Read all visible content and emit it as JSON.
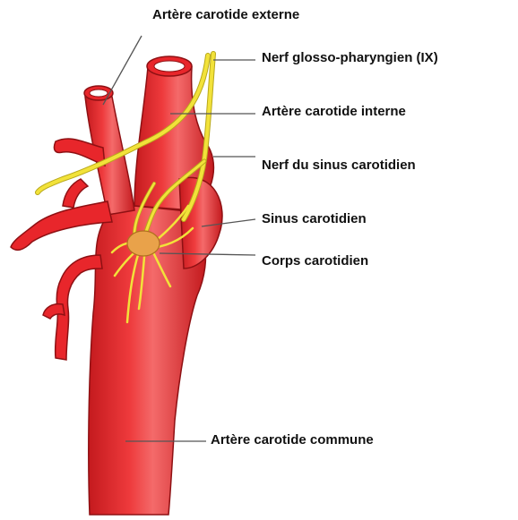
{
  "labels": {
    "external_carotid": "Artère carotide externe",
    "glossopharyngeal_nerve": "Nerf glosso-pharyngien (IX)",
    "internal_carotid": "Artère carotide interne",
    "carotid_sinus_nerve": "Nerf  du sinus carotidien",
    "carotid_sinus": "Sinus carotidien",
    "carotid_body": "Corps carotidien",
    "common_carotid": "Artère carotide commune"
  },
  "colors": {
    "artery": "#e8262b",
    "artery_dark": "#b41518",
    "artery_highlight": "#f07a7a",
    "vessel_lumen": "#c81e22",
    "nerve": "#f2e23a",
    "nerve_outline": "#b8a81a",
    "carotid_body": "#e9a24a",
    "leader_line": "#555555",
    "text": "#111111"
  }
}
